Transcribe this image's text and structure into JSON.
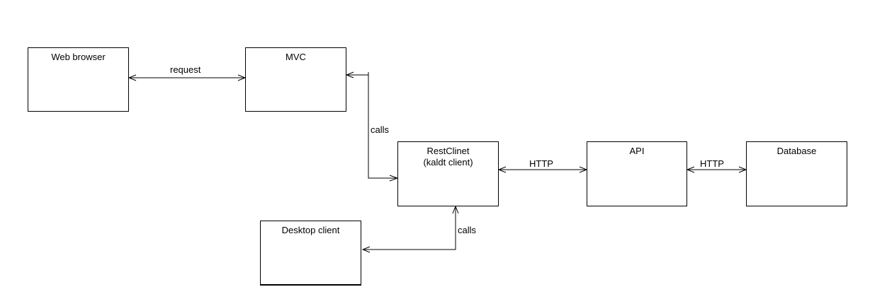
{
  "diagram": {
    "nodes": {
      "web_browser": {
        "label": "Web browser"
      },
      "mvc": {
        "label": "MVC"
      },
      "restclient": {
        "label": "RestClinet",
        "sublabel": "(kaldt client)"
      },
      "api": {
        "label": "API"
      },
      "database": {
        "label": "Database"
      },
      "desktop_client": {
        "label": "Desktop client"
      }
    },
    "edges": {
      "browser_mvc": {
        "label": "request",
        "from": "web_browser",
        "to": "mvc",
        "direction": "bidirectional"
      },
      "mvc_rest": {
        "label": "calls",
        "from": "mvc",
        "to": "restclient",
        "direction": "bidirectional"
      },
      "rest_api": {
        "label": "HTTP",
        "from": "restclient",
        "to": "api",
        "direction": "bidirectional"
      },
      "api_db": {
        "label": "HTTP",
        "from": "api",
        "to": "database",
        "direction": "bidirectional"
      },
      "desktop_rest": {
        "label": "calls",
        "from": "desktop_client",
        "to": "restclient",
        "direction": "bidirectional"
      }
    }
  }
}
